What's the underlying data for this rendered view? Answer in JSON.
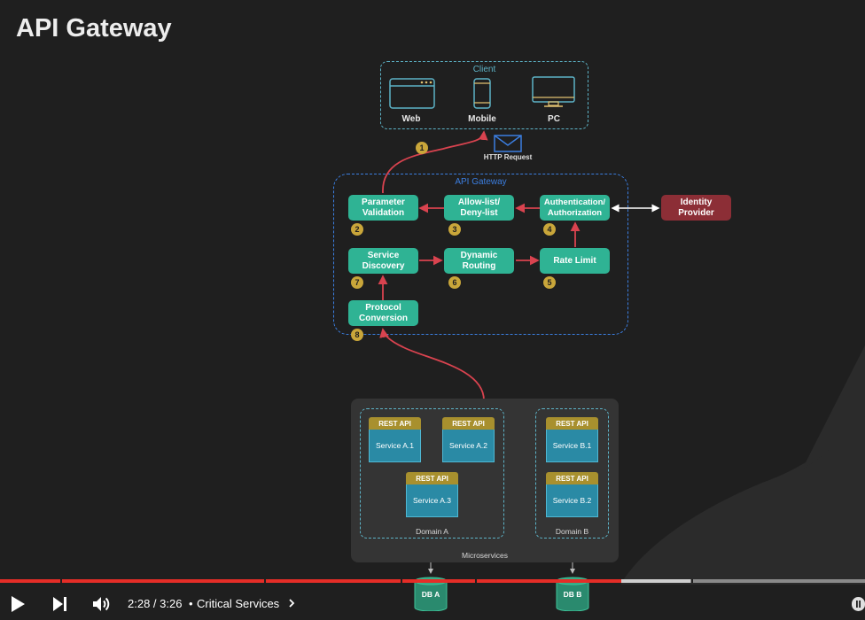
{
  "slide": {
    "title": "API Gateway",
    "client": {
      "label": "Client",
      "devices": [
        {
          "label": "Web",
          "icon": "browser-window-icon"
        },
        {
          "label": "Mobile",
          "icon": "mobile-phone-icon"
        },
        {
          "label": "PC",
          "icon": "desktop-monitor-icon"
        }
      ]
    },
    "http_request": {
      "label": "HTTP Request",
      "icon": "envelope-icon"
    },
    "gateway": {
      "label": "API Gateway",
      "steps": [
        {
          "number": "1"
        },
        {
          "number": "2",
          "label": "Parameter\nValidation"
        },
        {
          "number": "3",
          "label": "Allow-list/\nDeny-list"
        },
        {
          "number": "4",
          "label": "Authentication/\nAuthorization"
        },
        {
          "number": "5",
          "label": "Rate Limit"
        },
        {
          "number": "6",
          "label": "Dynamic\nRouting"
        },
        {
          "number": "7",
          "label": "Service\nDiscovery"
        },
        {
          "number": "8",
          "label": "Protocol\nConversion"
        }
      ]
    },
    "identity_provider": {
      "label": "Identity\nProvider"
    },
    "microservices": {
      "label": "Microservices",
      "api_tag": "REST API",
      "domain_a": {
        "label": "Domain A",
        "services": [
          "Service A.1",
          "Service A.2",
          "Service A.3"
        ]
      },
      "domain_b": {
        "label": "Domain B",
        "services": [
          "Service B.1",
          "Service B.2"
        ]
      }
    },
    "databases": [
      "DB A",
      "DB B"
    ],
    "colors": {
      "background": "#1f1f1f",
      "step_node": "#2fb394",
      "identity_provider": "#8c2e36",
      "badge": "#c9a63a",
      "client_border": "#5db3c7",
      "gateway_border": "#3b7ee0",
      "flow_arrow": "#d9434f",
      "rest_api_tag": "#a8902e",
      "service_box": "#2a8aa5"
    }
  },
  "player": {
    "current_time": "2:28",
    "duration": "3:26",
    "time_display": "2:28 / 3:26",
    "separator": "•",
    "chapter": "Critical Services",
    "progress_fraction": 0.718,
    "buttons": [
      {
        "name": "play",
        "icon": "play-icon"
      },
      {
        "name": "next",
        "icon": "skip-next-icon"
      },
      {
        "name": "volume",
        "icon": "volume-icon"
      },
      {
        "name": "chapter-expand",
        "icon": "chevron-right-icon"
      }
    ],
    "colors": {
      "played": "#e52d27",
      "unplayed": "#8a8a8a",
      "buffered": "#cfcfcf"
    }
  }
}
